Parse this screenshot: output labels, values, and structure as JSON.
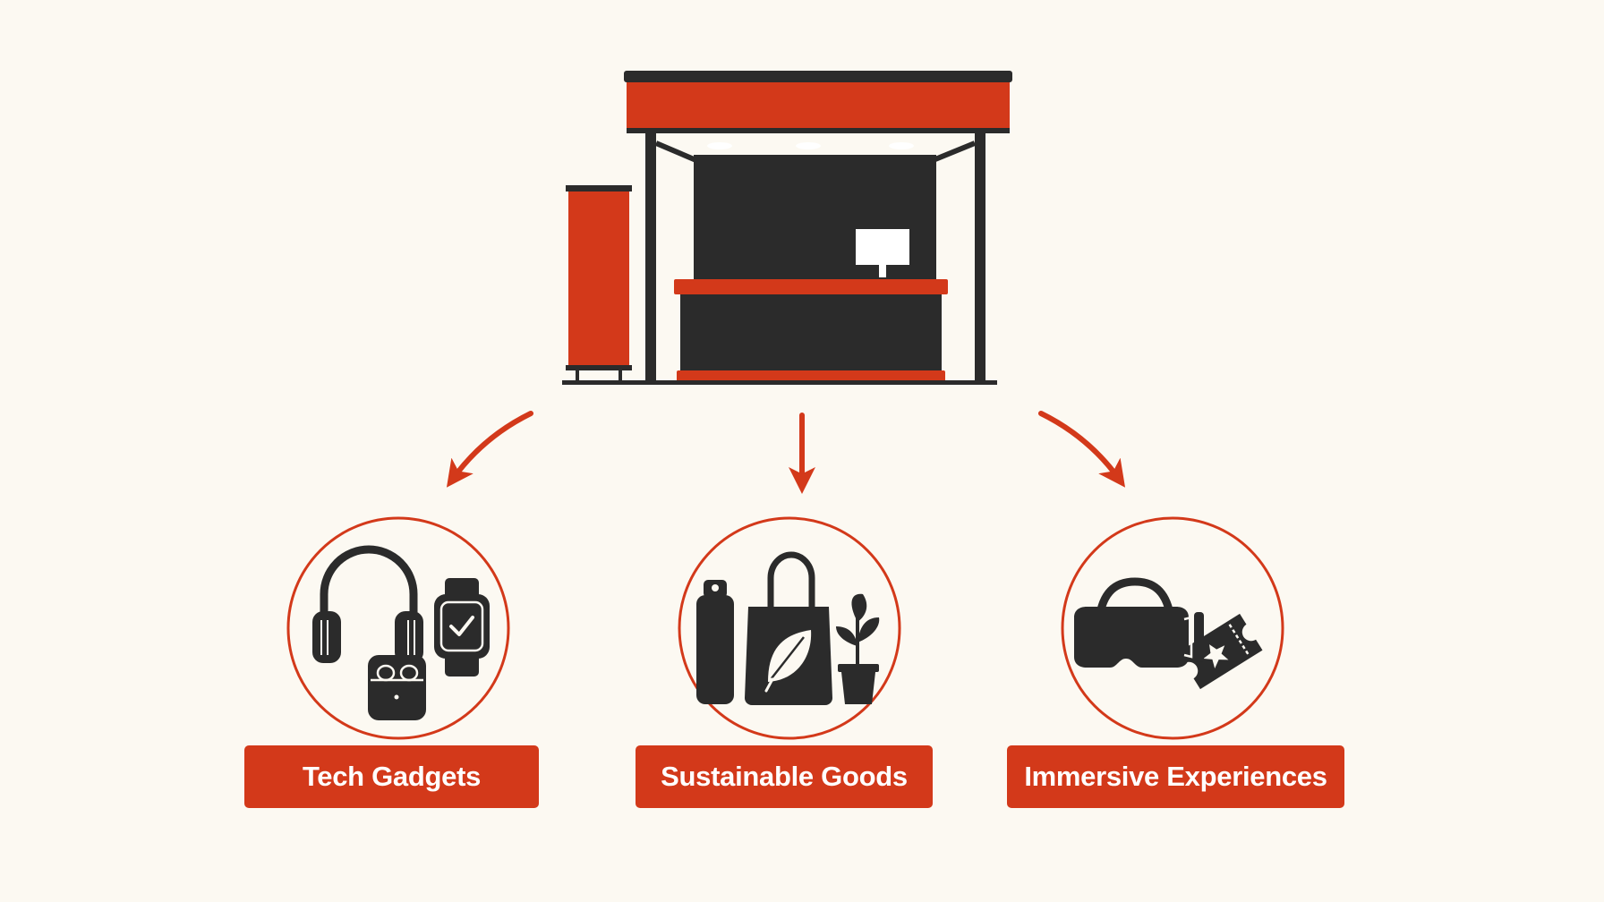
{
  "colors": {
    "background": "#fcf9f2",
    "accent": "#d3391a",
    "dark": "#2b2b2b",
    "label_text": "#ffffff"
  },
  "hub": {
    "icon": "exhibition-booth-icon"
  },
  "categories": [
    {
      "label": "Tech Gadgets",
      "icons": [
        "headphones-icon",
        "earbuds-case-icon",
        "smartwatch-icon"
      ]
    },
    {
      "label": "Sustainable Goods",
      "icons": [
        "water-bottle-icon",
        "leaf-tote-bag-icon",
        "potted-plant-icon"
      ]
    },
    {
      "label": "Immersive Experiences",
      "icons": [
        "vr-headset-icon",
        "ticket-icon"
      ]
    }
  ]
}
